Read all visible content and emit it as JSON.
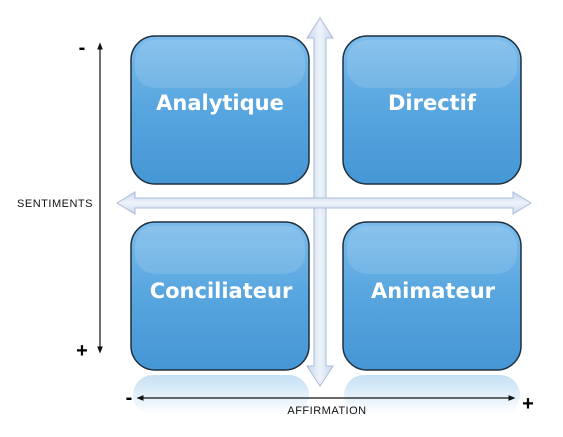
{
  "quadrants": {
    "top_left": "Analytique",
    "top_right": "Directif",
    "bottom_left": "Conciliateur",
    "bottom_right": "Animateur"
  },
  "vertical_axis": {
    "label": "SENTIMENTS",
    "top_sign": "-",
    "bottom_sign": "+"
  },
  "horizontal_axis": {
    "label": "AFFIRMATION",
    "left_sign": "-",
    "right_sign": "+"
  },
  "colors": {
    "box_fill": "#5aa7e0",
    "box_fill_dark": "#3f8fcf",
    "box_border": "#1f2f3d",
    "arrow_fill": "#dde6f3",
    "arrow_stroke": "#a9bcd9"
  }
}
